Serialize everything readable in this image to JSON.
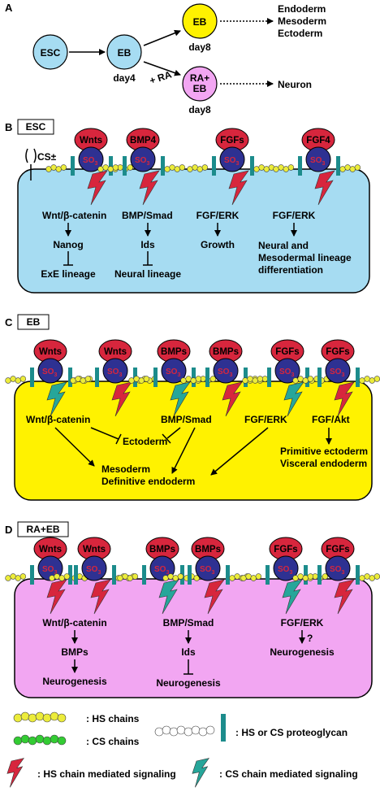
{
  "panelA": {
    "letter": "A",
    "esc": "ESC",
    "eb": "EB",
    "day4": "day4",
    "eb8": "EB",
    "day8a": "day8",
    "ra": "+ RA",
    "raeb1": "RA+",
    "raeb2": "EB",
    "day8b": "day8",
    "endoderm": "Endoderm",
    "mesoderm": "Mesoderm",
    "ectoderm": "Ectoderm",
    "neuron": "Neuron"
  },
  "panelB": {
    "letter": "B",
    "title": "ESC",
    "cs": "CS±",
    "ligands": [
      "Wnts",
      "BMP4",
      "FGFs",
      "FGF4"
    ],
    "so": "SO",
    "texts": {
      "wnt": "Wnt/β-catenin",
      "nanog": "Nanog",
      "exe": "ExE lineage",
      "bmp": "BMP/Smad",
      "ids": "Ids",
      "neural": "Neural lineage",
      "fgf1": "FGF/ERK",
      "growth": "Growth",
      "fgf2": "FGF/ERK",
      "nm1": "Neural and",
      "nm2": "Mesodermal lineage",
      "nm3": "differentiation"
    }
  },
  "panelC": {
    "letter": "C",
    "title": "EB",
    "ligands": [
      "Wnts",
      "Wnts",
      "BMPs",
      "BMPs",
      "FGFs",
      "FGFs"
    ],
    "texts": {
      "wnt": "Wnt/β-catenin",
      "bmp": "BMP/Smad",
      "fgferk": "FGF/ERK",
      "fgfakt": "FGF/Akt",
      "ectoderm": "Ectoderm",
      "prim": "Primitive ectoderm",
      "visc": "Visceral endoderm",
      "meso": "Mesoderm",
      "defend": "Definitive endoderm"
    }
  },
  "panelD": {
    "letter": "D",
    "title": "RA+EB",
    "ligands": [
      "Wnts",
      "Wnts",
      "BMPs",
      "BMPs",
      "FGFs",
      "FGFs"
    ],
    "texts": {
      "wnt": "Wnt/β-catenin",
      "bmps": "BMPs",
      "neuro1": "Neurogenesis",
      "bmp": "BMP/Smad",
      "ids": "Ids",
      "neuro2": "Neurogenesis",
      "fgf": "FGF/ERK",
      "q": "?",
      "neuro3": "Neurogenesis"
    }
  },
  "legend": {
    "hs": ": HS chains",
    "cs": ": CS chains",
    "pg": ": HS or CS proteoglycan",
    "hsSig": ": HS chain mediated signaling",
    "csSig": ": CS chain mediated signaling"
  },
  "colors": {
    "esc": "#a6dcf2",
    "eb": "#fff200",
    "raeb": "#f2a6f2",
    "ligand": "#d7263d",
    "receptor": "#2e3192",
    "hs": "#ecec3a",
    "csChain": "#33cc33",
    "core": "#1c8c8c",
    "csBolt": "#26a69a"
  }
}
